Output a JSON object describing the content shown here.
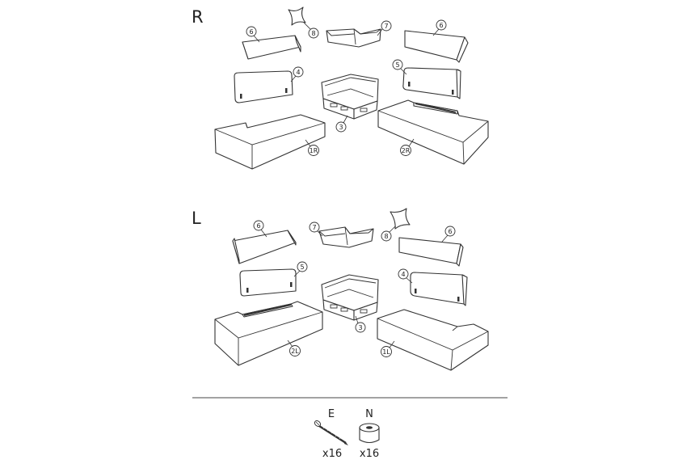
{
  "sections": {
    "right": {
      "letter": "R",
      "labels": {
        "p6a": "6",
        "p8": "8",
        "p7": "7",
        "p6b": "6",
        "p4": "4",
        "p5": "5",
        "p3": "3",
        "p1": "1R",
        "p2": "2R"
      }
    },
    "left": {
      "letter": "L",
      "labels": {
        "p6a": "6",
        "p7": "7",
        "p8": "8",
        "p6b": "6",
        "p5": "5",
        "p4": "4",
        "p3": "3",
        "p2": "2L",
        "p1": "1L"
      }
    }
  },
  "hardware": [
    {
      "letter": "E",
      "quantity": "x16",
      "icon": "screw-icon"
    },
    {
      "letter": "N",
      "quantity": "x16",
      "icon": "cap-nut-icon"
    }
  ]
}
